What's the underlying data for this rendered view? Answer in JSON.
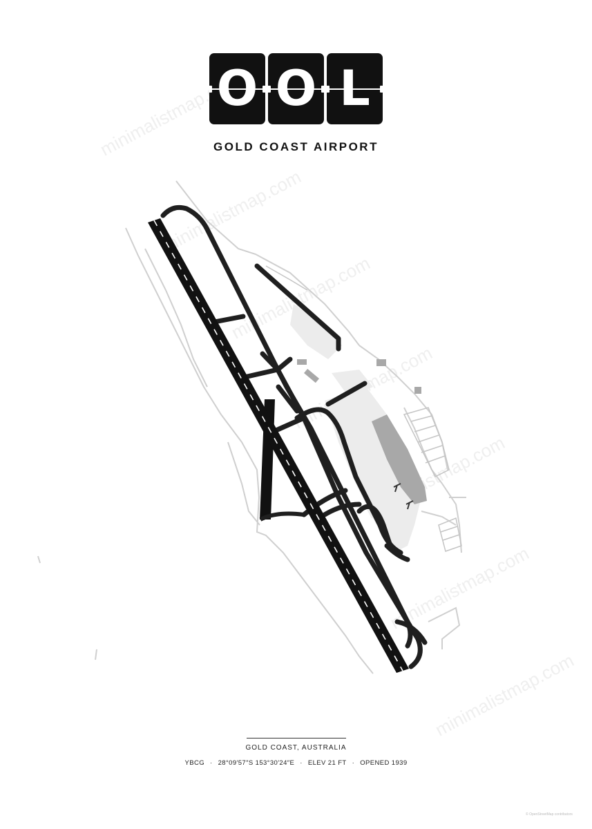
{
  "header": {
    "code_letters": [
      "O",
      "O",
      "L"
    ],
    "airport_name": "GOLD COAST AIRPORT"
  },
  "footer": {
    "location": "GOLD COAST, AUSTRALIA",
    "icao": "YBCG",
    "coordinates": "28°09′57″S 153°30′24″E",
    "elevation": "ELEV 21 FT",
    "opened": "OPENED 1939",
    "separator": "·",
    "credit": "© OpenStreetMap contributors"
  },
  "watermark": {
    "text": "minimalistmap.com"
  },
  "colors": {
    "runway": "#111111",
    "taxiway": "#222222",
    "apron": "#ececec",
    "building": "#a8a8a8",
    "road": "#cfcfcf"
  }
}
